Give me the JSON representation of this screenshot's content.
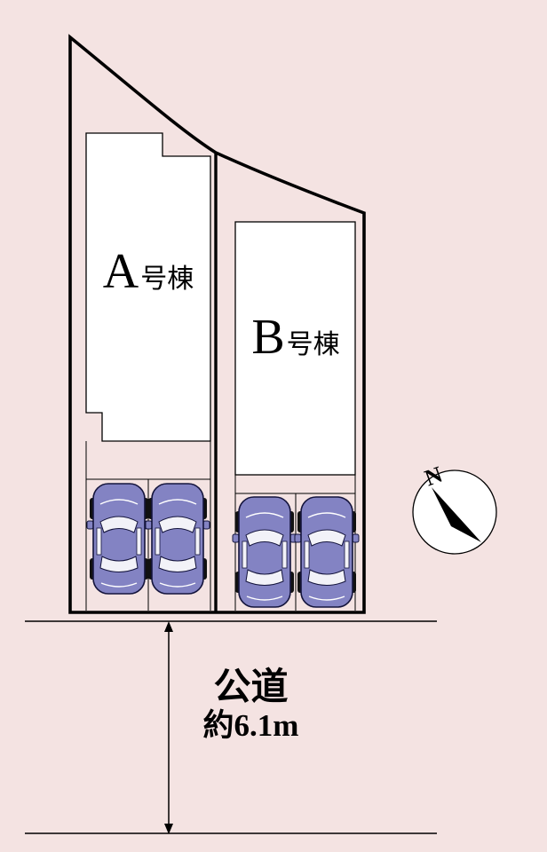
{
  "colors": {
    "background": "#F4E3E2",
    "outline": "#000000",
    "building_fill": "#FFFFFF",
    "car_body": "#8383C3",
    "car_window": "#F2F2F8",
    "tire": "#111111"
  },
  "buildings": [
    {
      "letter": "A",
      "suffix": "号棟"
    },
    {
      "letter": "B",
      "suffix": "号棟"
    }
  ],
  "compass": {
    "north_label": "N"
  },
  "road": {
    "name": "公道",
    "width_label": "約6.1m"
  }
}
